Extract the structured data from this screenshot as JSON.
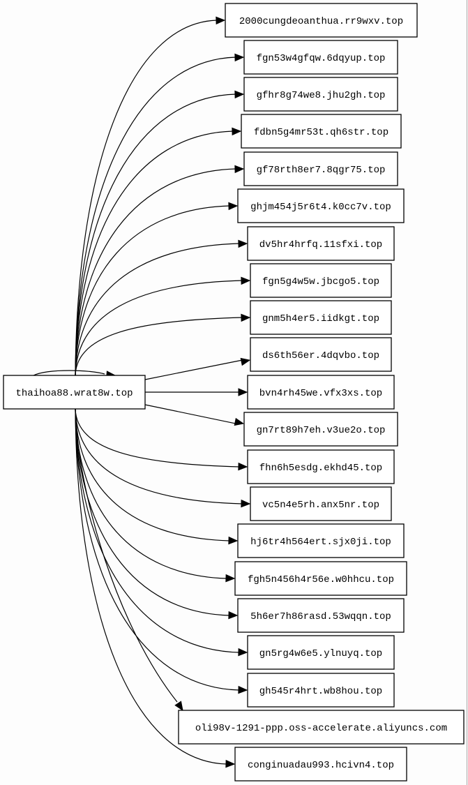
{
  "graph": {
    "type": "directed-graph",
    "source": {
      "id": "src",
      "label": "thaihoa88.wrat8w.top"
    },
    "targets": [
      {
        "id": "t0",
        "label": "2000cungdeoanthua.rr9wxv.top"
      },
      {
        "id": "t1",
        "label": "fgn53w4gfqw.6dqyup.top"
      },
      {
        "id": "t2",
        "label": "gfhr8g74we8.jhu2gh.top"
      },
      {
        "id": "t3",
        "label": "fdbn5g4mr53t.qh6str.top"
      },
      {
        "id": "t4",
        "label": "gf78rth8er7.8qgr75.top"
      },
      {
        "id": "t5",
        "label": "ghjm454j5r6t4.k0cc7v.top"
      },
      {
        "id": "t6",
        "label": "dv5hr4hrfq.11sfxi.top"
      },
      {
        "id": "t7",
        "label": "fgn5g4w5w.jbcgo5.top"
      },
      {
        "id": "t8",
        "label": "gnm5h4er5.iidkgt.top"
      },
      {
        "id": "t9",
        "label": "ds6th56er.4dqvbo.top"
      },
      {
        "id": "t10",
        "label": "bvn4rh45we.vfx3xs.top"
      },
      {
        "id": "t11",
        "label": "gn7rt89h7eh.v3ue2o.top"
      },
      {
        "id": "t12",
        "label": "fhn6h5esdg.ekhd45.top"
      },
      {
        "id": "t13",
        "label": "vc5n4e5rh.anx5nr.top"
      },
      {
        "id": "t14",
        "label": "hj6tr4h564ert.sjx0ji.top"
      },
      {
        "id": "t15",
        "label": "fgh5n456h4r56e.w0hhcu.top"
      },
      {
        "id": "t16",
        "label": "5h6er7h86rasd.53wqqn.top"
      },
      {
        "id": "t17",
        "label": "gn5rg4w6e5.ylnuyq.top"
      },
      {
        "id": "t18",
        "label": "gh545r4hrt.wb8hou.top"
      },
      {
        "id": "t19",
        "label": "oli98v-1291-ppp.oss-accelerate.aliyuncs.com"
      },
      {
        "id": "t20",
        "label": "conginuadau993.hcivn4.top"
      }
    ],
    "self_loop": true,
    "colors": {
      "stroke": "#000000",
      "node_fill": "#ffffff",
      "background": "#fdfdfd"
    }
  }
}
